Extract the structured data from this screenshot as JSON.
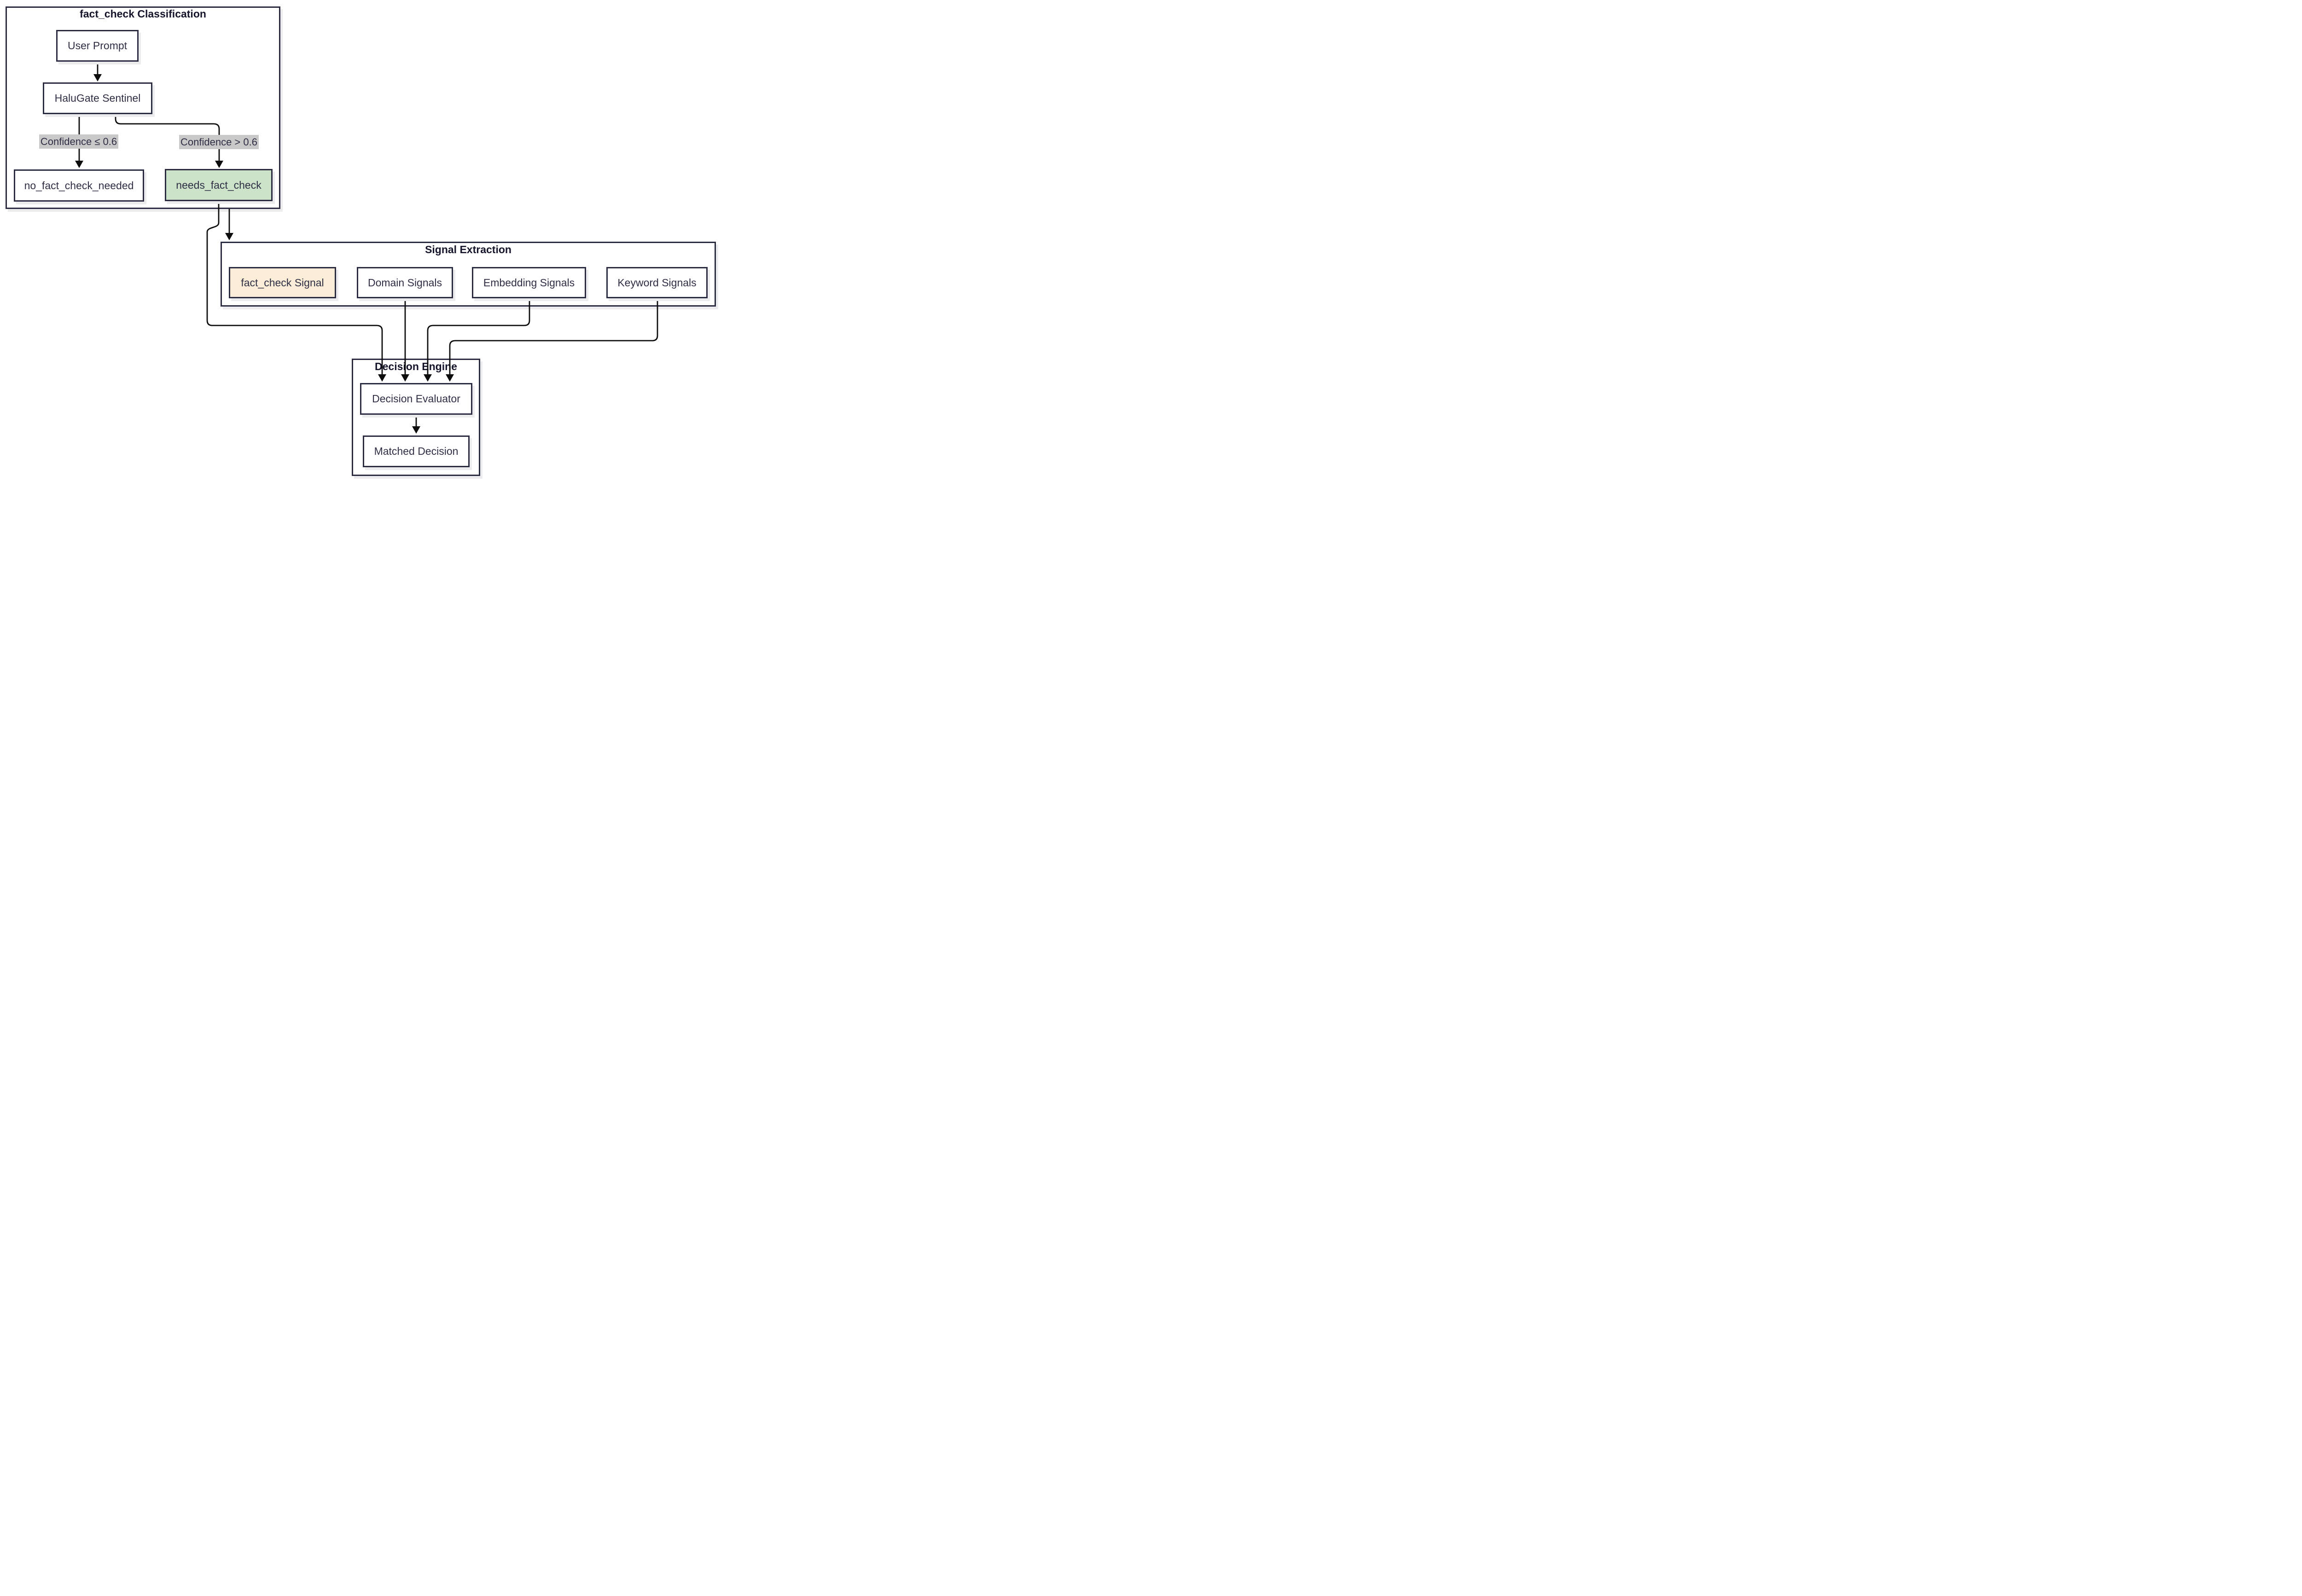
{
  "clusters": {
    "classification": {
      "title": "fact_check Classification"
    },
    "signal_extraction": {
      "title": "Signal Extraction"
    },
    "decision_engine": {
      "title": "Decision Engine"
    }
  },
  "nodes": {
    "user_prompt": {
      "label": "User Prompt"
    },
    "halugate_sentinel": {
      "label": "HaluGate Sentinel"
    },
    "no_fact_check_needed": {
      "label": "no_fact_check_needed"
    },
    "needs_fact_check": {
      "label": "needs_fact_check"
    },
    "fact_check_signal": {
      "label": "fact_check Signal"
    },
    "domain_signals": {
      "label": "Domain Signals"
    },
    "embedding_signals": {
      "label": "Embedding Signals"
    },
    "keyword_signals": {
      "label": "Keyword Signals"
    },
    "decision_evaluator": {
      "label": "Decision Evaluator"
    },
    "matched_decision": {
      "label": "Matched Decision"
    }
  },
  "edge_labels": {
    "confidence_low": {
      "text": "Confidence ≤ 0.6"
    },
    "confidence_high": {
      "text": "Confidence > 0.6"
    }
  },
  "colors": {
    "background": "#ffffff",
    "node_border": "#2b2b42",
    "node_text": "#2e2e44",
    "edge_stroke": "#0d0d0d",
    "highlight_green": "#cce3ca",
    "highlight_peach": "#fcedd8",
    "edge_label_bg": "#c9c9c9",
    "shadow": "#ececee"
  }
}
